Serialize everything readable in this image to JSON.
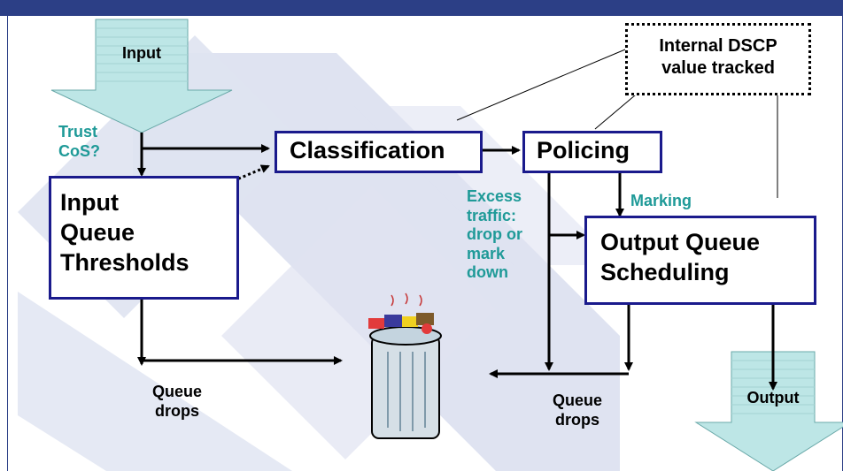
{
  "colors": {
    "title_bar": "#2c3f86",
    "box_border": "#1a1a8c",
    "annotation_teal": "#1f9a98",
    "watermark": "#dfe3f1",
    "big_arrow_fill": "#bde6e6"
  },
  "input_arrow": {
    "label": "Input"
  },
  "output_arrow": {
    "label": "Output"
  },
  "trust_label": "Trust\nCoS?",
  "boxes": {
    "input_queue_thresholds": "Input\nQueue\nThresholds",
    "classification": "Classification",
    "policing": "Policing",
    "output_queue_scheduling": "Output Queue\nScheduling"
  },
  "internal_dscp_note": "Internal DSCP\nvalue tracked",
  "excess_traffic_label": "Excess\ntraffic:\ndrop or\nmark\ndown",
  "marking_label": "Marking",
  "queue_drops_left": "Queue\ndrops",
  "queue_drops_right": "Queue\ndrops",
  "trash_icon": "trash-can-icon"
}
